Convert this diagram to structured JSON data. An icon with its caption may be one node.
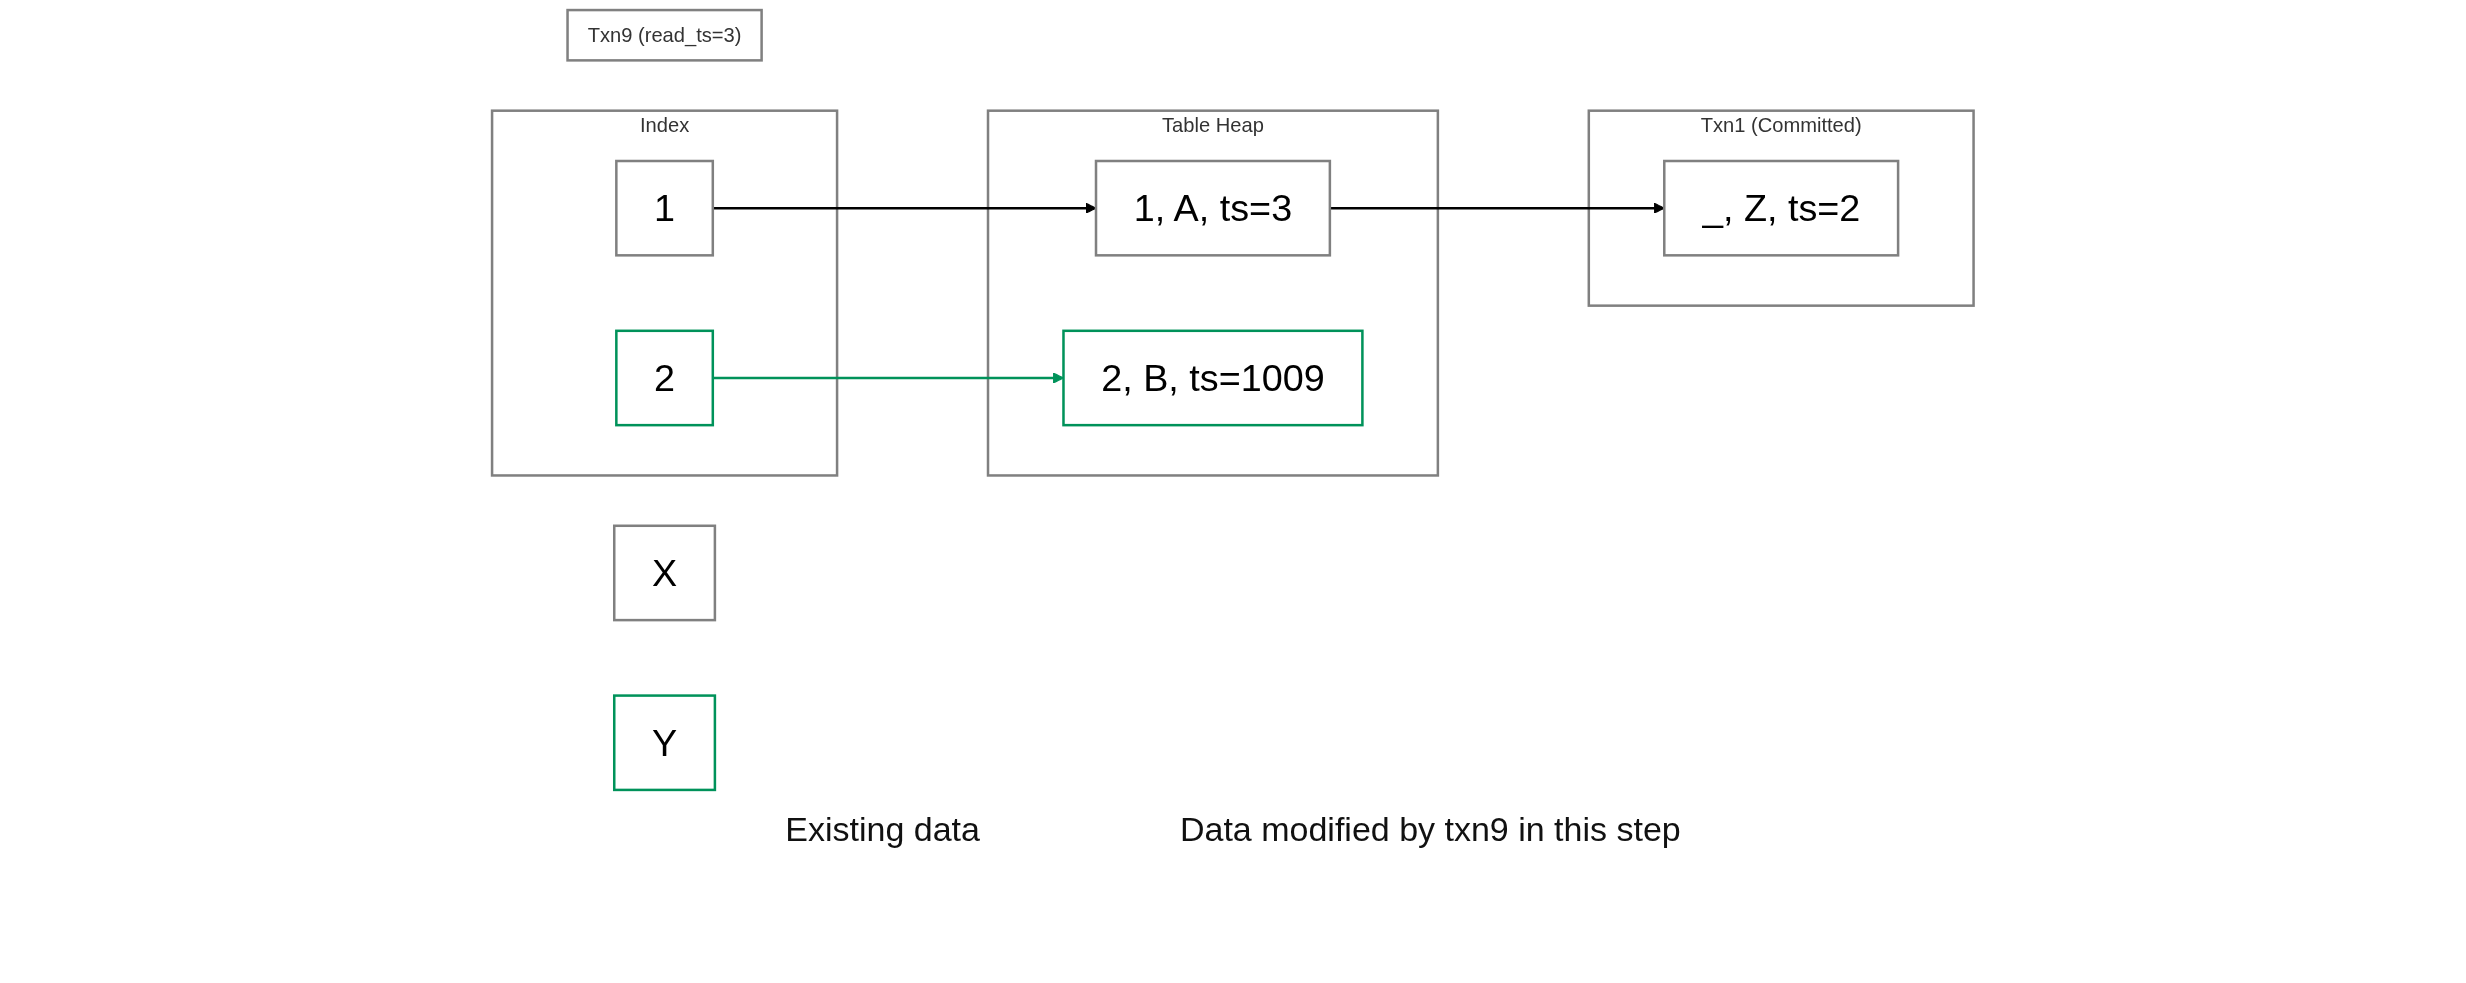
{
  "diagram": {
    "nodes": [
      {
        "text": [
          "Index"
        ]
      },
      {
        "text": [
          "1"
        ],
        "in": 0
      },
      {
        "text": [
          "2"
        ],
        "in": 0
      },
      {
        "text": [
          "Table Heap"
        ]
      },
      {
        "text": [
          "1, A, ts=3"
        ],
        "in": 3
      },
      {
        "text": [
          "2, B, ts=1009"
        ],
        "in": 3
      },
      {
        "text": [
          "Txn9 (read_ts=3)"
        ]
      },
      {
        "text": [
          "Txn1 (Committed)"
        ]
      },
      {
        "text": [
          "_, Z, ts=2"
        ],
        "in": 7
      },
      {
        "text": [
          "X"
        ]
      },
      {
        "text": [
          "Y"
        ]
      }
    ],
    "edges": [
      {
        "from": 1,
        "to": 4,
        "arrow": "to"
      },
      {
        "from": 2,
        "to": 5,
        "arrow": "to",
        "color": "#00925a"
      },
      {
        "from": 4,
        "to": 8,
        "arrow": "to"
      }
    ],
    "legend": [
      {
        "text": "Existing data"
      },
      {
        "text": "Data modified by txn9 in this step"
      }
    ]
  }
}
